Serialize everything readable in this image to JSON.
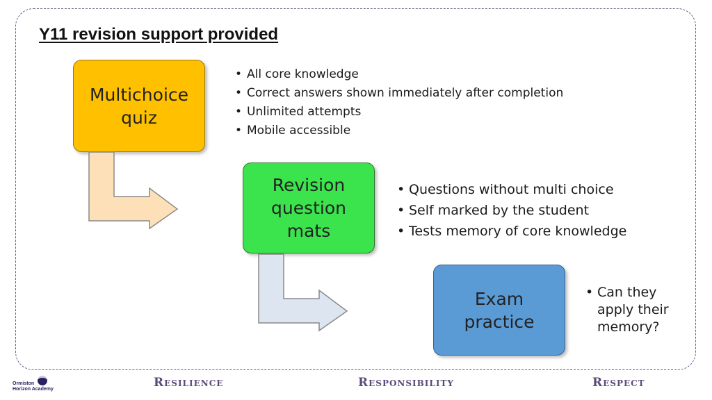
{
  "slide": {
    "title": "Y11 revision support provided"
  },
  "steps": [
    {
      "label": "Multichoice\nquiz",
      "color": "#ffc000",
      "bullets": [
        "All core knowledge",
        "Correct answers shown immediately after completion",
        "Unlimited attempts",
        "Mobile accessible"
      ]
    },
    {
      "label": "Revision\nquestion\nmats",
      "color": "#3be34c",
      "bullets": [
        "Questions without multi choice",
        "Self marked by the student",
        "Tests memory of core knowledge"
      ]
    },
    {
      "label": "Exam\npractice",
      "color": "#5b9bd5",
      "bullets": [
        "Can they\napply their\nmemory?"
      ]
    }
  ],
  "arrows": [
    {
      "from": "Multichoice quiz",
      "to": "Revision question mats",
      "color": "#fde0b8"
    },
    {
      "from": "Revision question mats",
      "to": "Exam practice",
      "color": "#dde5f0"
    }
  ],
  "footer": {
    "logo_text": "Ormiston\nHorizon Academy",
    "values": [
      "Resilience",
      "Responsibility",
      "Respect"
    ]
  }
}
